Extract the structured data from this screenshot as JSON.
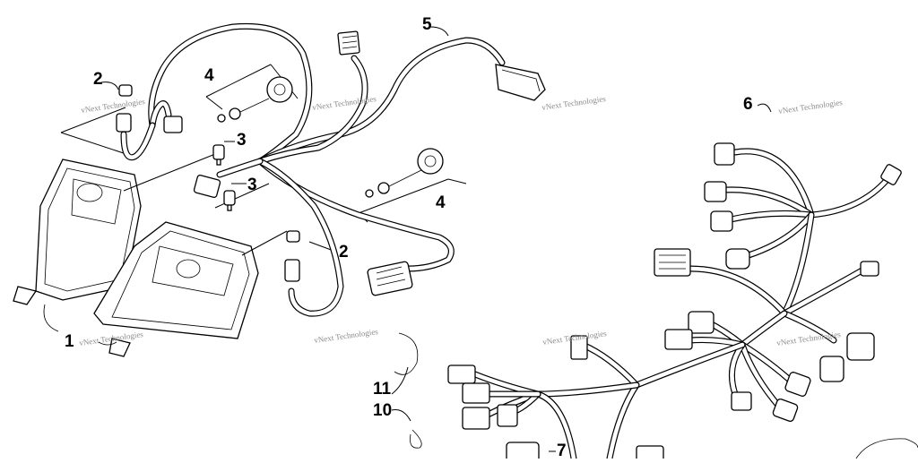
{
  "callouts": {
    "c1": "1",
    "c2a": "2",
    "c2b": "2",
    "c3a": "3",
    "c3b": "3",
    "c4a": "4",
    "c4b": "4",
    "c5": "5",
    "c6": "6",
    "c7": "7",
    "c10": "10",
    "c11": "11"
  },
  "watermark": "vNext Technologies"
}
